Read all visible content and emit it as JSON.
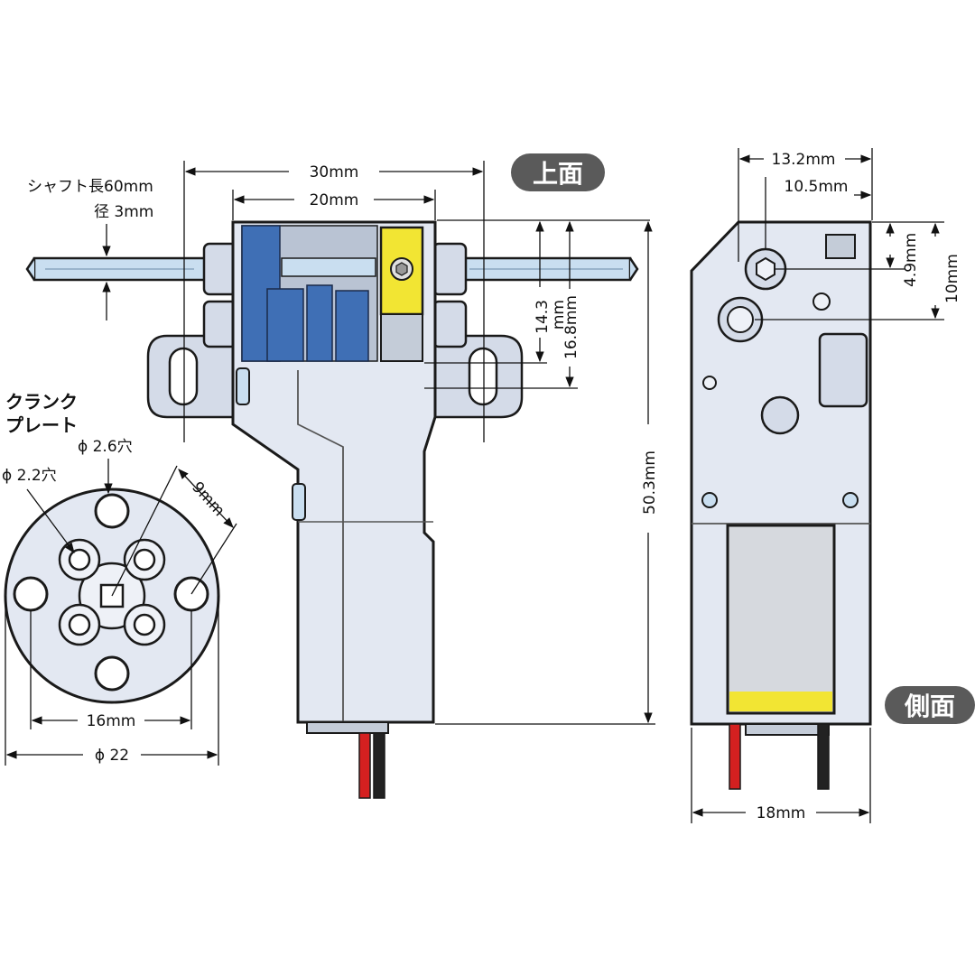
{
  "views": {
    "top_label": "上面",
    "side_label": "側面"
  },
  "top_view": {
    "shaft_length": "シャフト長60mm",
    "shaft_diameter": "径  3mm",
    "width_30": "30mm",
    "width_20": "20mm",
    "dim_14_3": "14.3",
    "dim_14_3_unit": "mm",
    "dim_16_8": "16.8mm",
    "dim_50_3": "50.3mm"
  },
  "crank_plate": {
    "title_line1": "クランク",
    "title_line2": "プレート",
    "hole_26": "ϕ 2.6穴",
    "hole_22": "ϕ 2.2穴",
    "spacing_9": "9mm",
    "spacing_16": "16mm",
    "diameter_22": "ϕ 22"
  },
  "side_view": {
    "width_13_2": "13.2mm",
    "width_10_5": "10.5mm",
    "height_4_9": "4.9mm",
    "height_10": "10mm",
    "width_18": "18mm"
  },
  "colors": {
    "body": "#e3e8f2",
    "gear_blue": "#3f6fb5",
    "yellow": "#f2e533",
    "pill": "#5a5a5a",
    "wire_red": "#d42020",
    "wire_black": "#222222"
  }
}
